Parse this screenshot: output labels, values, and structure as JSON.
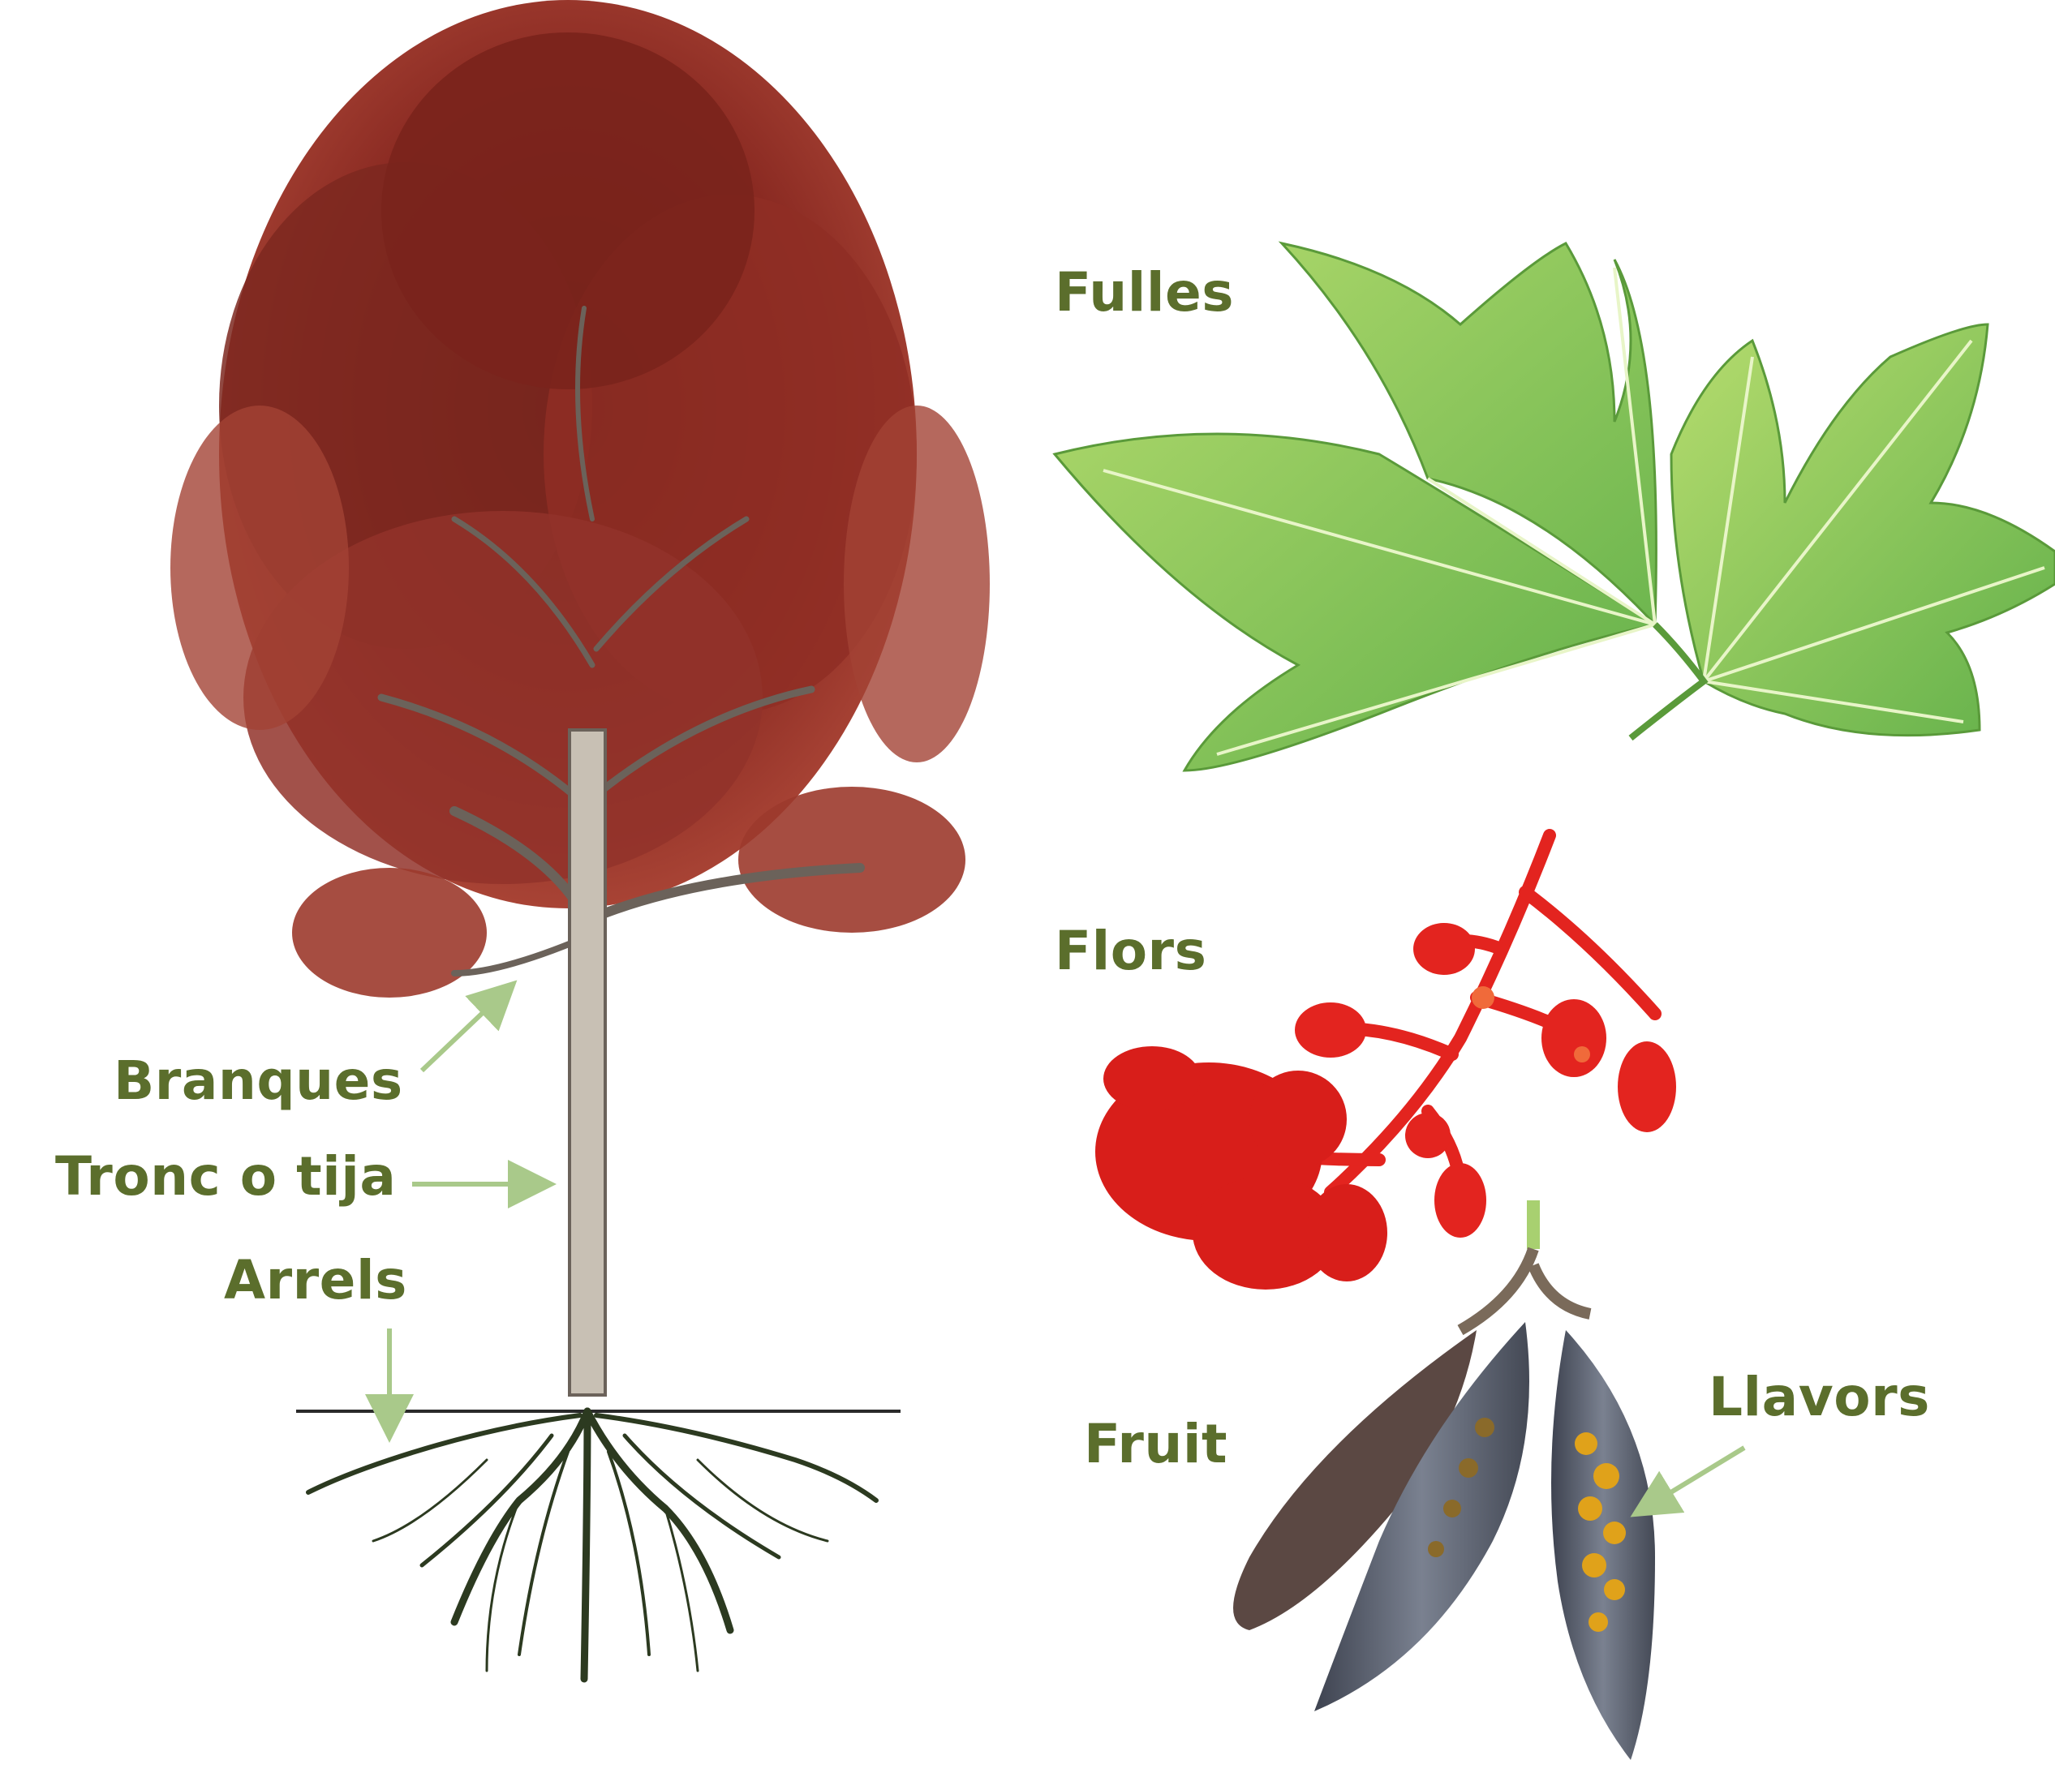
{
  "labels": {
    "fulles": "Fulles",
    "flors": "Flors",
    "fruit": "Fruit",
    "llavors": "Llavors",
    "branques": "Branques",
    "tronc": "Tronc o tija",
    "arrels": "Arrels"
  },
  "colors": {
    "label_text": "#5b6e2c",
    "arrow": "#a9c98a",
    "foliage": "#8a2a22",
    "trunk": "#c8c0b4",
    "roots": "#2c3a20",
    "leaf": "#8fc85a",
    "flower": "#e3241f",
    "pod": "#5d6470",
    "seed": "#e0a21a"
  },
  "icons": [
    "tree-illustration",
    "leaves-illustration",
    "flowers-illustration",
    "fruit-pod-illustration"
  ]
}
